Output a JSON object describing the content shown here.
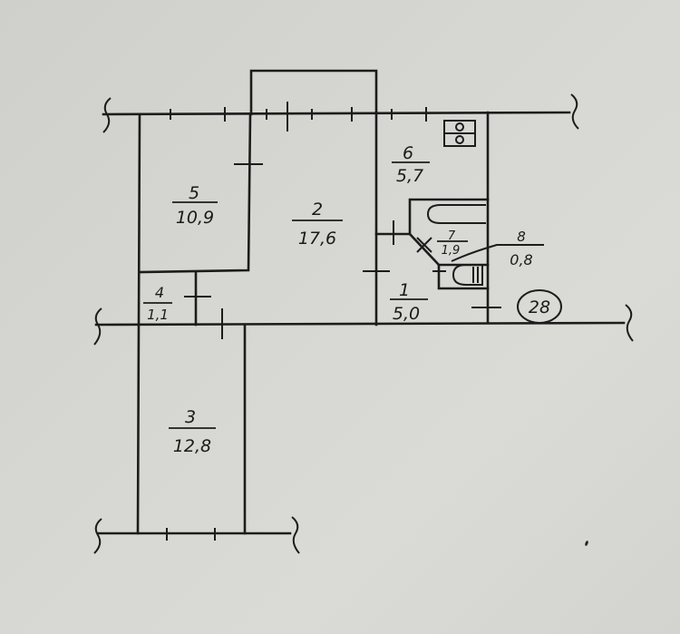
{
  "plan": {
    "apartment_number": "28",
    "colors": {
      "paper": "#d4d4d0",
      "ink": "#1c1c1c"
    },
    "rooms": [
      {
        "id": "1",
        "number": "1",
        "area": "5,0"
      },
      {
        "id": "2",
        "number": "2",
        "area": "17,6"
      },
      {
        "id": "3",
        "number": "3",
        "area": "12,8"
      },
      {
        "id": "4",
        "number": "4",
        "area": "1,1"
      },
      {
        "id": "5",
        "number": "5",
        "area": "10,9"
      },
      {
        "id": "6",
        "number": "6",
        "area": "5,7"
      },
      {
        "id": "7",
        "number": "7",
        "area": "1,9"
      },
      {
        "id": "8",
        "number": "8",
        "area": "0,8"
      }
    ],
    "fixtures": [
      {
        "name": "stove-icon"
      },
      {
        "name": "bathtub-icon"
      },
      {
        "name": "toilet-icon"
      }
    ]
  }
}
